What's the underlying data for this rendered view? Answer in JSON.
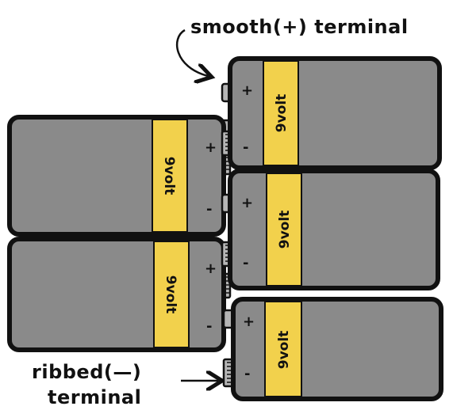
{
  "labels": {
    "top": "smooth(+) terminal",
    "bottom_line1": "ribbed(—)",
    "bottom_line2": "terminal"
  },
  "battery_label": "9volt",
  "plus_sign": "+",
  "minus_sign": "-",
  "colors": {
    "body": "#8a8a8a",
    "band": "#f2d14c",
    "outline": "#111111",
    "terminal": "#b5b5b5"
  }
}
